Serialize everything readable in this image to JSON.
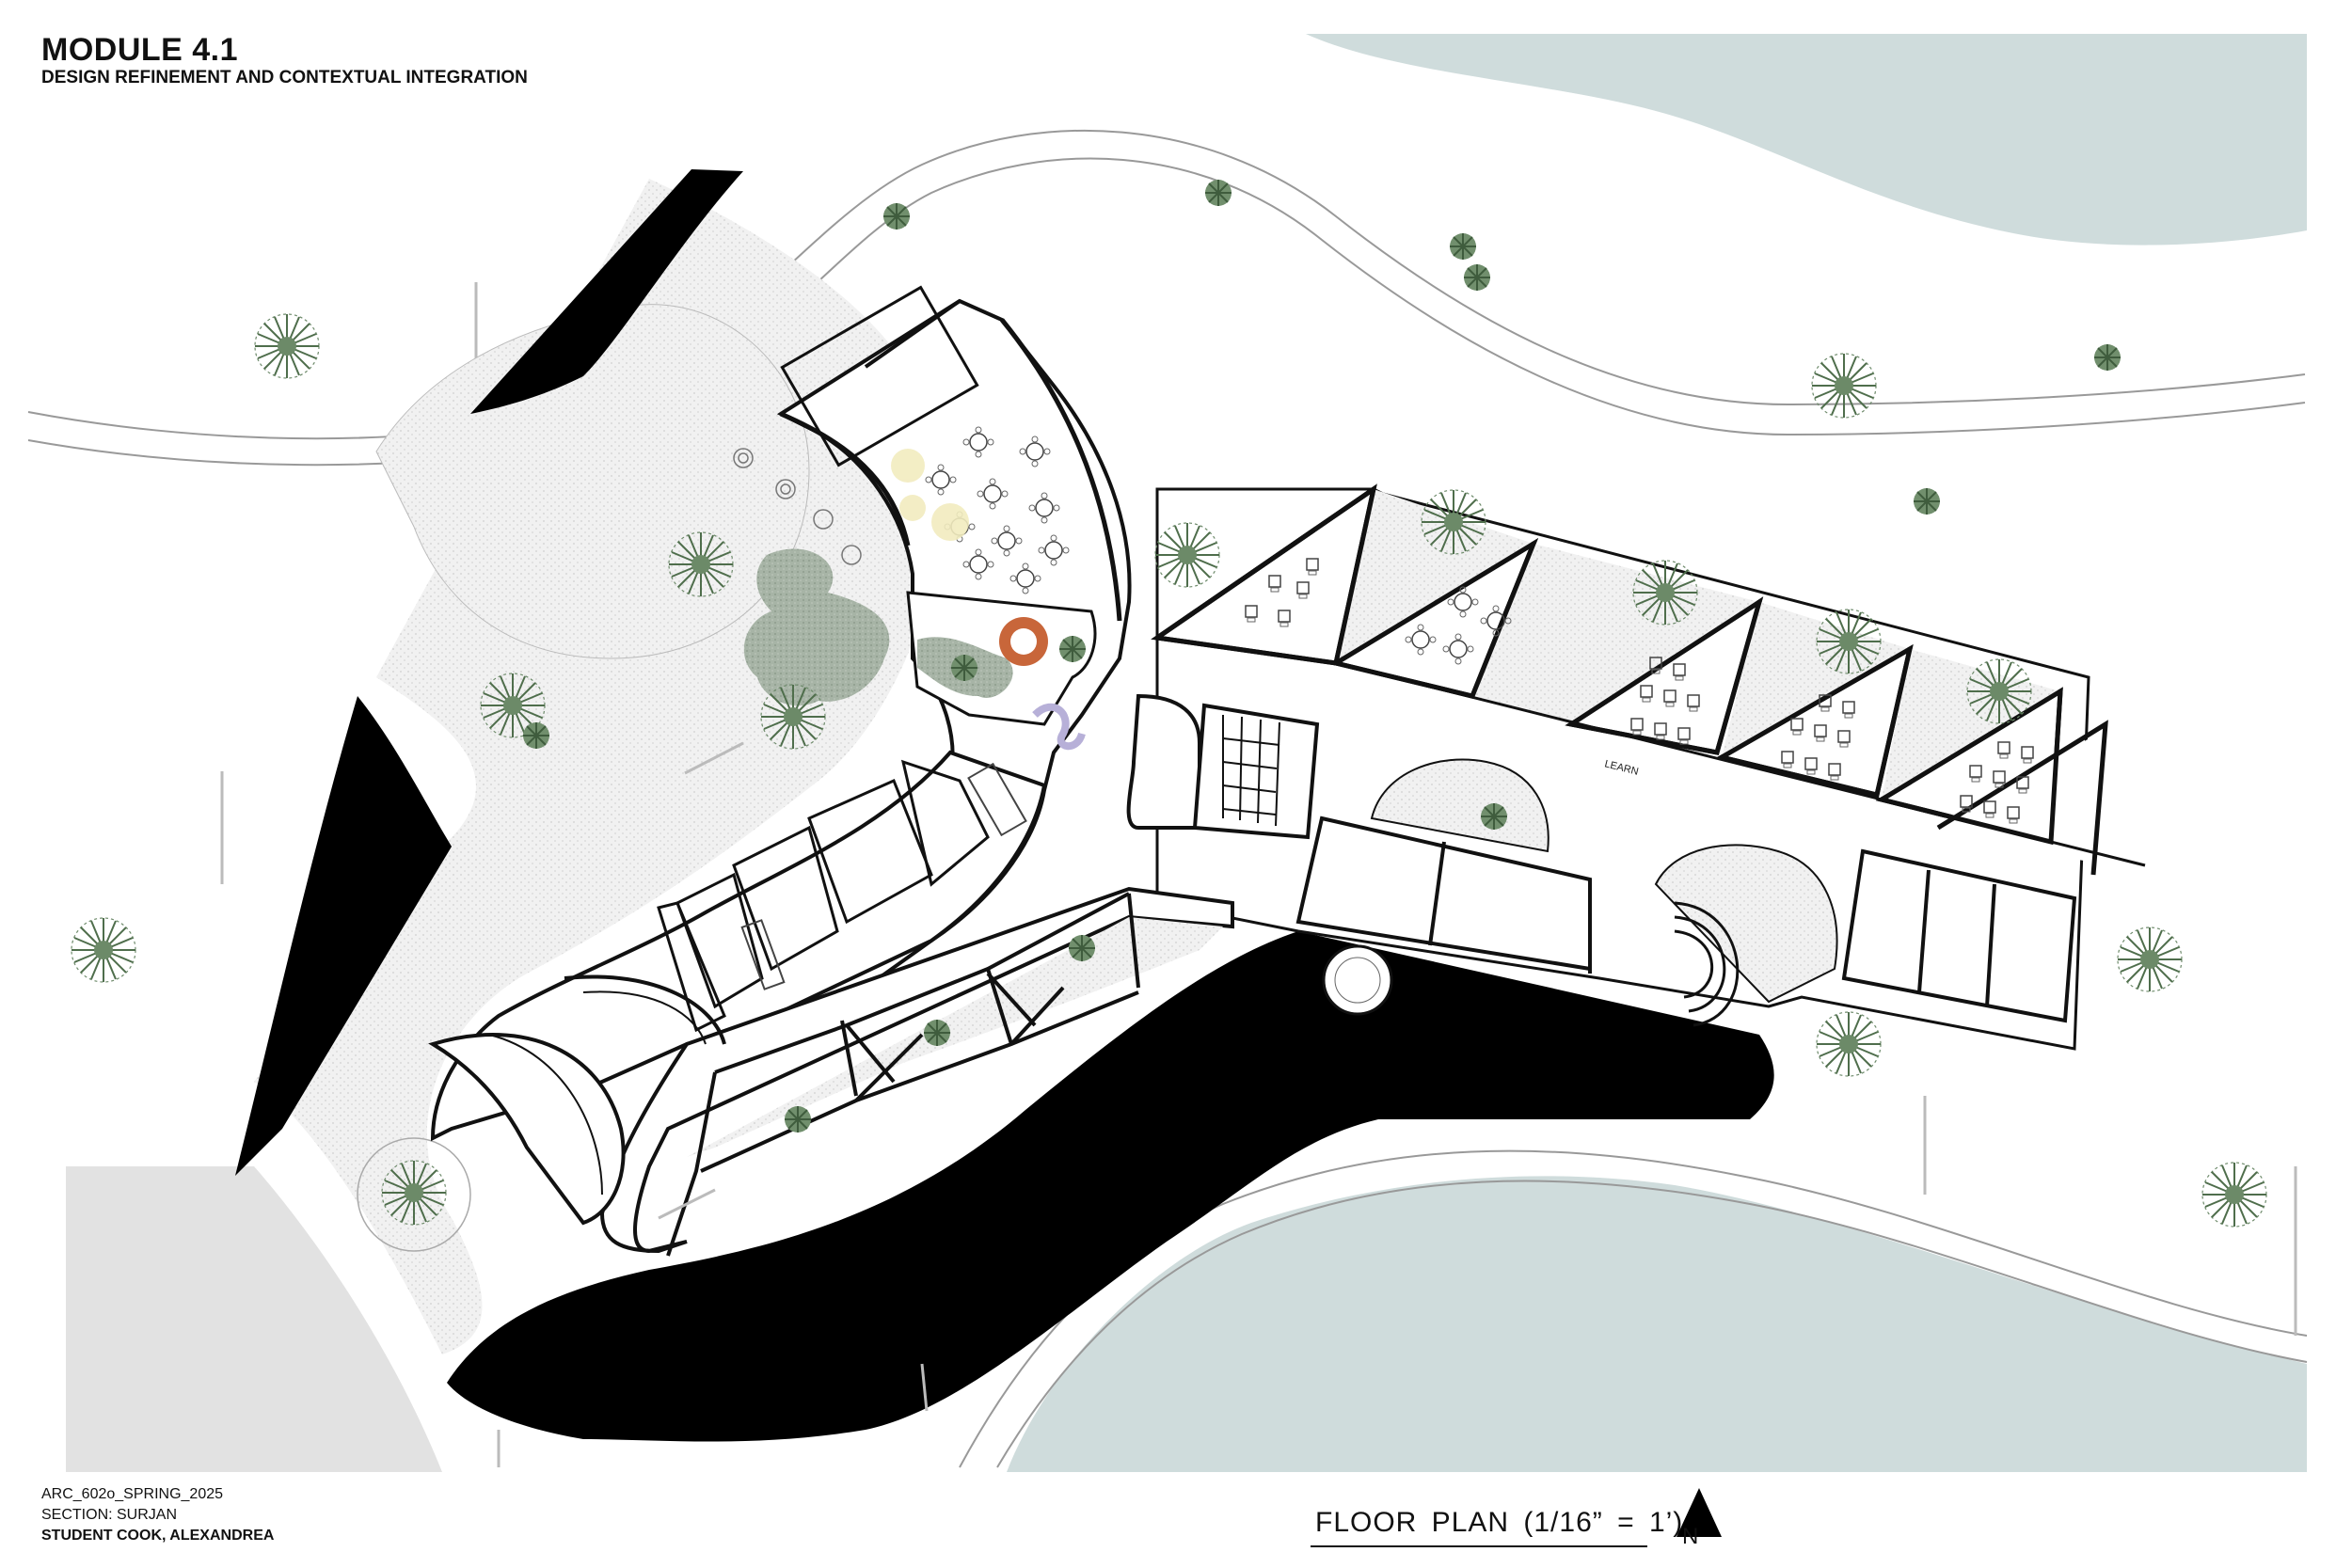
{
  "header": {
    "module": "MODULE 4.1",
    "subtitle": "DESIGN REFINEMENT AND CONTEXTUAL INTEGRATION"
  },
  "footer": {
    "course": "ARC_602o_SPRING_2025",
    "section": "SECTION: SURJAN",
    "student": "STUDENT COOK, ALEXANDREA"
  },
  "plan": {
    "title": "FLOOR  PLAN  (1/16” = 1’)",
    "north_label": "N",
    "room_label": "LEARN"
  },
  "colors": {
    "water": "#cfdcdc",
    "building_black": "#000000",
    "plaza": "#ececec",
    "tree": "#5f7f5f",
    "garden": "#9fb09f",
    "accent_orange": "#c8663a",
    "accent_lavender": "#b7b0d8",
    "accent_yellow": "#f2ecbf",
    "road_gray": "#e2e2e2"
  },
  "icons": [
    "north-arrow-icon",
    "tree-icon"
  ]
}
